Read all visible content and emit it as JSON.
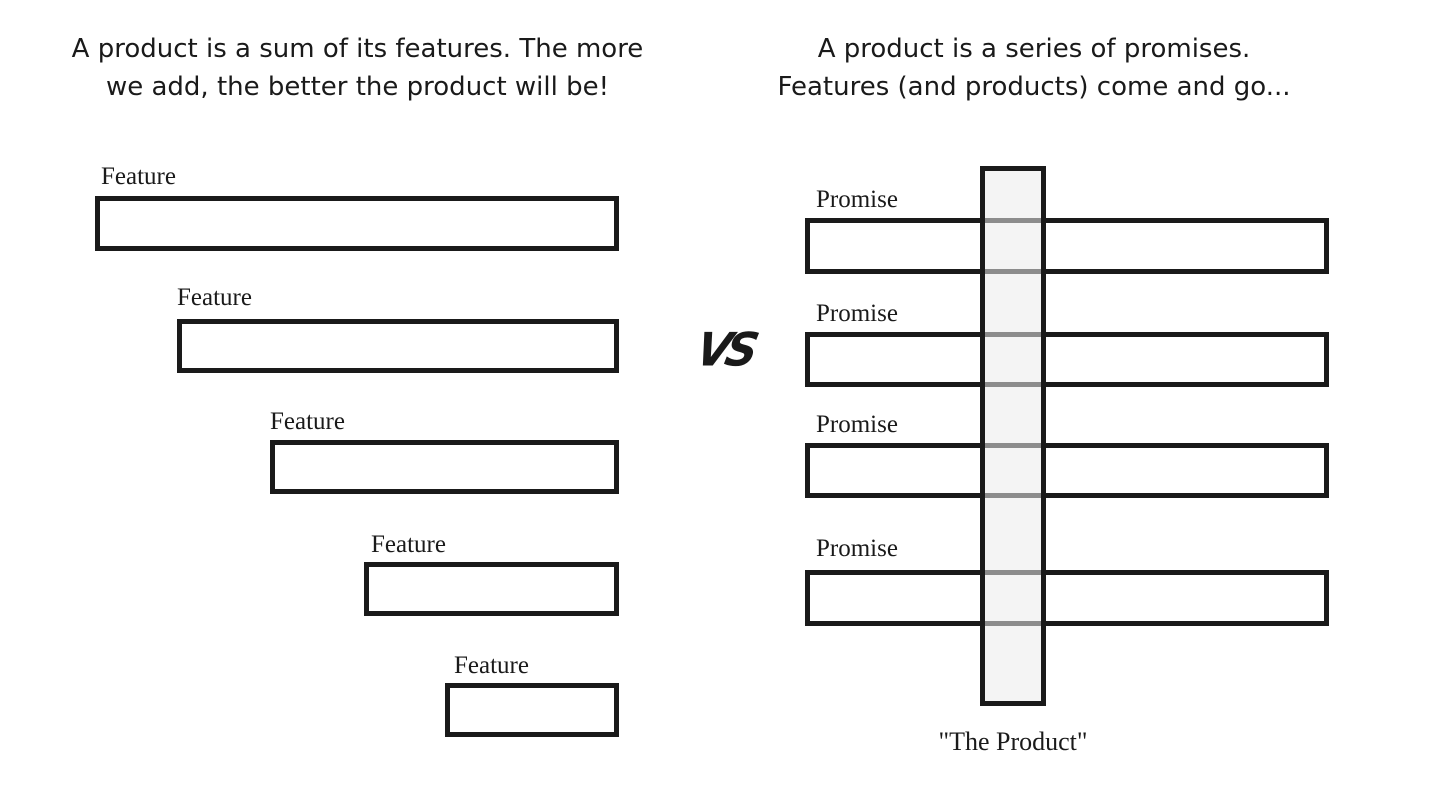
{
  "left_heading": {
    "line1": "A product is a sum of its features. The more",
    "line2": "we add, the better the product will be!"
  },
  "right_heading": {
    "line1": "A product is a series of promises.",
    "line2": "Features (and products) come and go..."
  },
  "features": [
    {
      "label": "Feature"
    },
    {
      "label": "Feature"
    },
    {
      "label": "Feature"
    },
    {
      "label": "Feature"
    },
    {
      "label": "Feature"
    }
  ],
  "promises": [
    {
      "label": "Promise"
    },
    {
      "label": "Promise"
    },
    {
      "label": "Promise"
    },
    {
      "label": "Promise"
    }
  ],
  "vs_label": "VS",
  "product_caption": "\"The Product\"",
  "colors": {
    "outline": "#1a1a1a",
    "column_fill": "#ebebeb",
    "background": "#ffffff"
  }
}
